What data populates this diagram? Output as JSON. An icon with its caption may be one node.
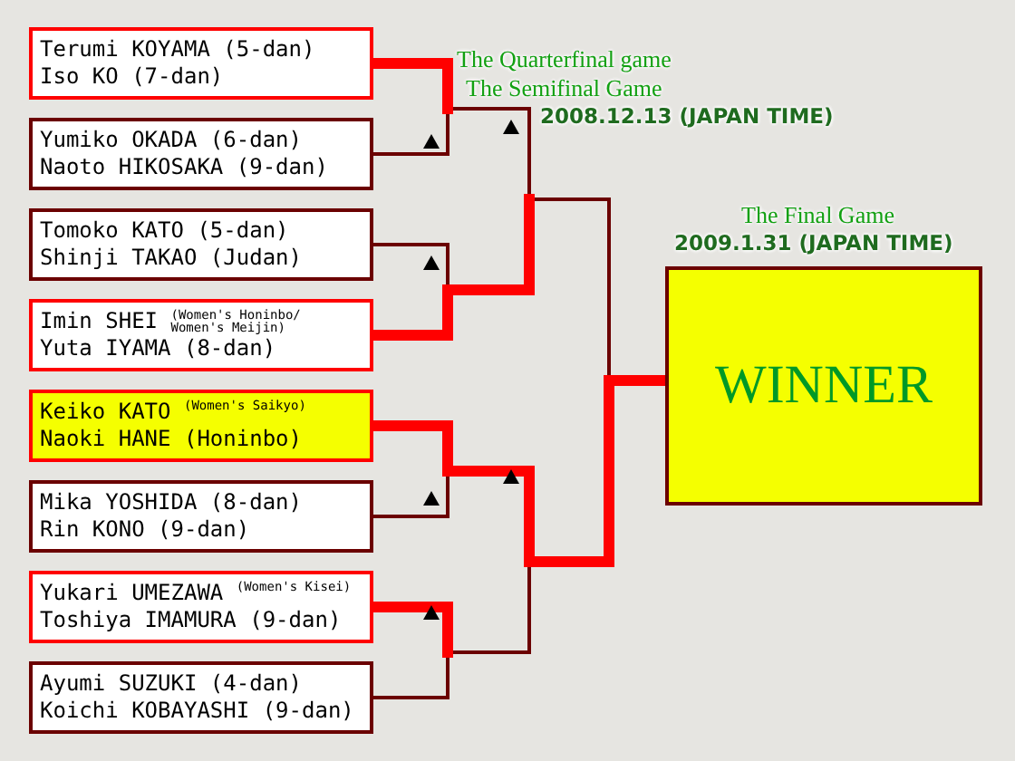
{
  "diagram": {
    "nodes": [
      {
        "text": [
          "Terumi KOYAMA (5-dan)",
          "Iso KO (7-dan)"
        ]
      },
      {
        "text": [
          "Yumiko OKADA (6-dan)",
          "Naoto HIKOSAKA (9-dan)"
        ]
      },
      {
        "text": [
          "Tomoko KATO (5-dan)",
          "Shinji TAKAO (Judan)"
        ]
      },
      {
        "text": [
          "Imin SHEI $^{(Women's Honinbo/ Women's Meijin)}$",
          "Yuta IYAMA (8-dan)"
        ]
      },
      {
        "text": [
          "Keiko KATO $^{(Women's Saikyo)}$",
          "Naoki HANE (Honinbo)"
        ]
      },
      {
        "text": [
          "Mika YOSHIDA (8-dan)",
          "Rin KONO (9-dan)"
        ]
      },
      {
        "text": [
          "Yukari UMEZAWA $^{(Women's Kisei)}$",
          "Toshiya IMAMURA (9-dan)"
        ]
      },
      {
        "text": [
          "Ayumi SUZUKI (4-dan)",
          "Koichi KOBAYASHI (9-dan)"
        ]
      },
      {
        "text": [
          "WINNER"
        ]
      }
    ],
    "edges": [
      {
        "from": 0,
        "to": 8,
        "arrow": "none"
      },
      {
        "from": 1,
        "to": 8,
        "arrow": "none"
      },
      {
        "from": 2,
        "to": 8,
        "arrow": "none"
      },
      {
        "from": 3,
        "to": 8,
        "arrow": "none"
      },
      {
        "from": 4,
        "to": 8,
        "arrow": "none",
        "style": "thick",
        "color": "#ff0000"
      },
      {
        "from": 5,
        "to": 8,
        "arrow": "none",
        "style": "thick",
        "color": "#ff0000"
      },
      {
        "from": 6,
        "to": 8,
        "arrow": "none",
        "style": "thick",
        "color": "#ff0000"
      },
      {
        "from": 7,
        "to": 8,
        "arrow": "none",
        "style": "thick",
        "color": "#ff0000"
      }
    ],
    "labels": [
      "The Quarterfinal game",
      "The Semifinal Game",
      "2008.12.13 (JAPAN TIME)",
      "The Final Game",
      "2009.1.31 (JAPAN TIME)"
    ]
  }
}
